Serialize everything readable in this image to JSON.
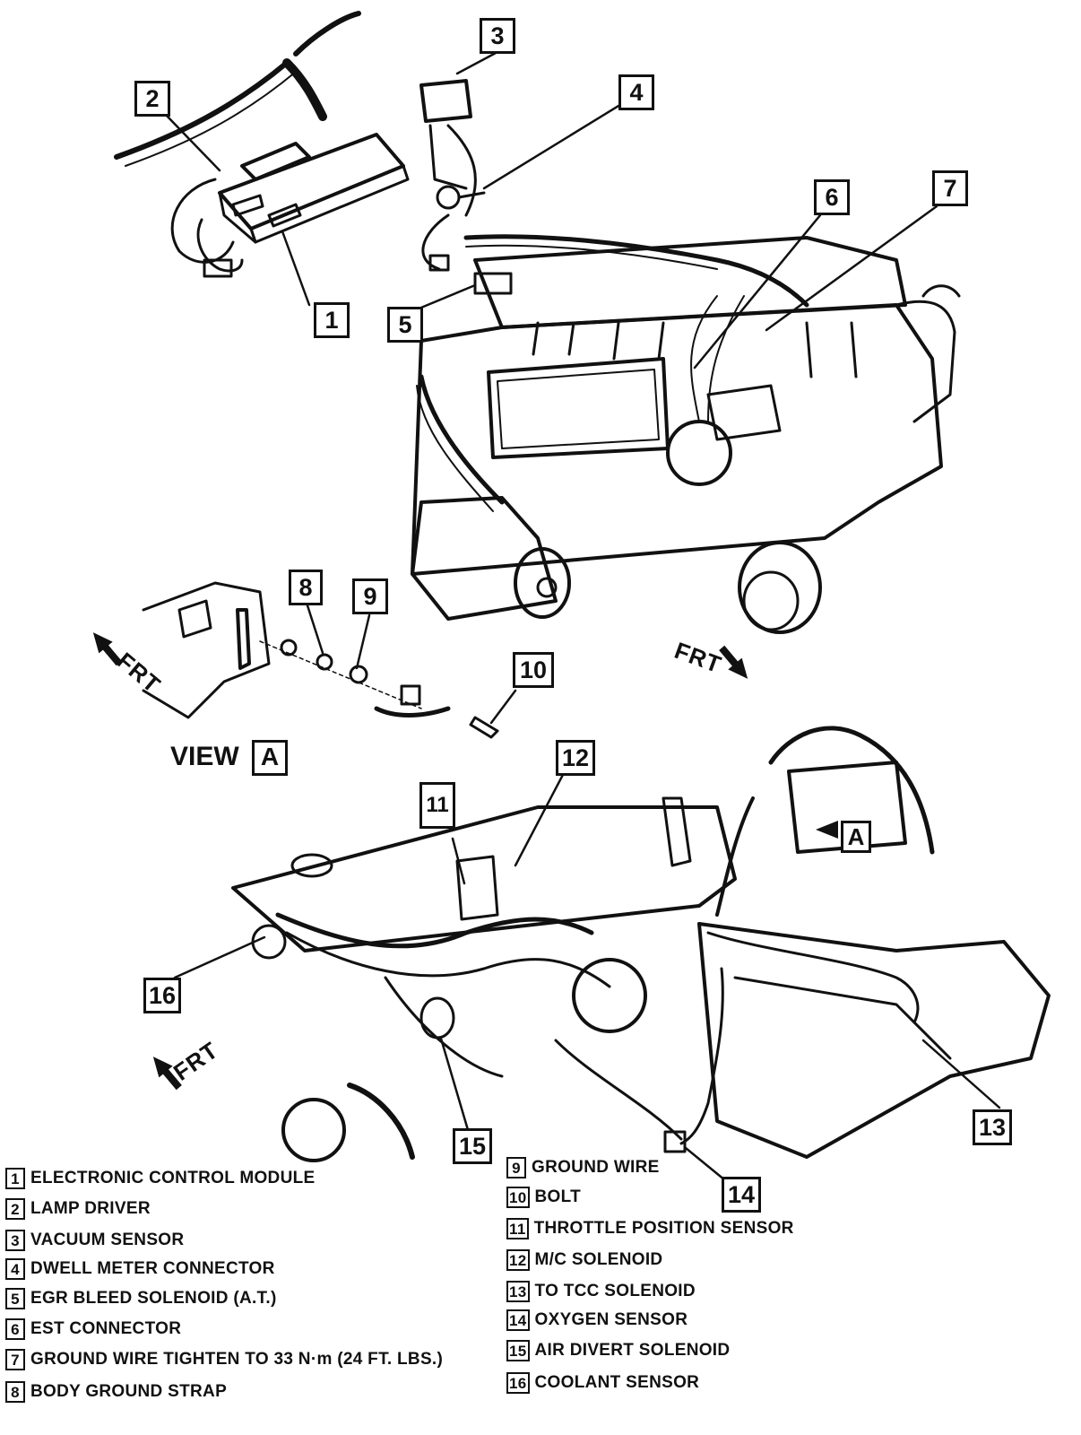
{
  "callouts": [
    "1",
    "2",
    "3",
    "4",
    "5",
    "6",
    "7",
    "8",
    "9",
    "10",
    "11",
    "12",
    "13",
    "14",
    "15",
    "16"
  ],
  "view_label": {
    "word": "VIEW",
    "letter": "A"
  },
  "frt_label": "FRT",
  "view_ref_letter": "A",
  "legend": {
    "left": [
      {
        "num": "1",
        "text": "ELECTRONIC CONTROL MODULE"
      },
      {
        "num": "2",
        "text": "LAMP DRIVER"
      },
      {
        "num": "3",
        "text": "VACUUM SENSOR"
      },
      {
        "num": "4",
        "text": "DWELL METER CONNECTOR"
      },
      {
        "num": "5",
        "text": "EGR BLEED SOLENOID (A.T.)"
      },
      {
        "num": "6",
        "text": "EST CONNECTOR"
      },
      {
        "num": "7",
        "text": "GROUND WIRE TIGHTEN TO 33 N·m (24 FT. LBS.)"
      },
      {
        "num": "8",
        "text": "BODY GROUND STRAP"
      }
    ],
    "right": [
      {
        "num": "9",
        "text": "GROUND WIRE"
      },
      {
        "num": "10",
        "text": "BOLT"
      },
      {
        "num": "11",
        "text": "THROTTLE POSITION SENSOR"
      },
      {
        "num": "12",
        "text": "M/C SOLENOID"
      },
      {
        "num": "13",
        "text": "TO TCC SOLENOID"
      },
      {
        "num": "14",
        "text": "OXYGEN SENSOR"
      },
      {
        "num": "15",
        "text": "AIR DIVERT SOLENOID"
      },
      {
        "num": "16",
        "text": "COOLANT SENSOR"
      }
    ]
  },
  "colors": {
    "ink": "#111111",
    "paper": "#ffffff"
  }
}
